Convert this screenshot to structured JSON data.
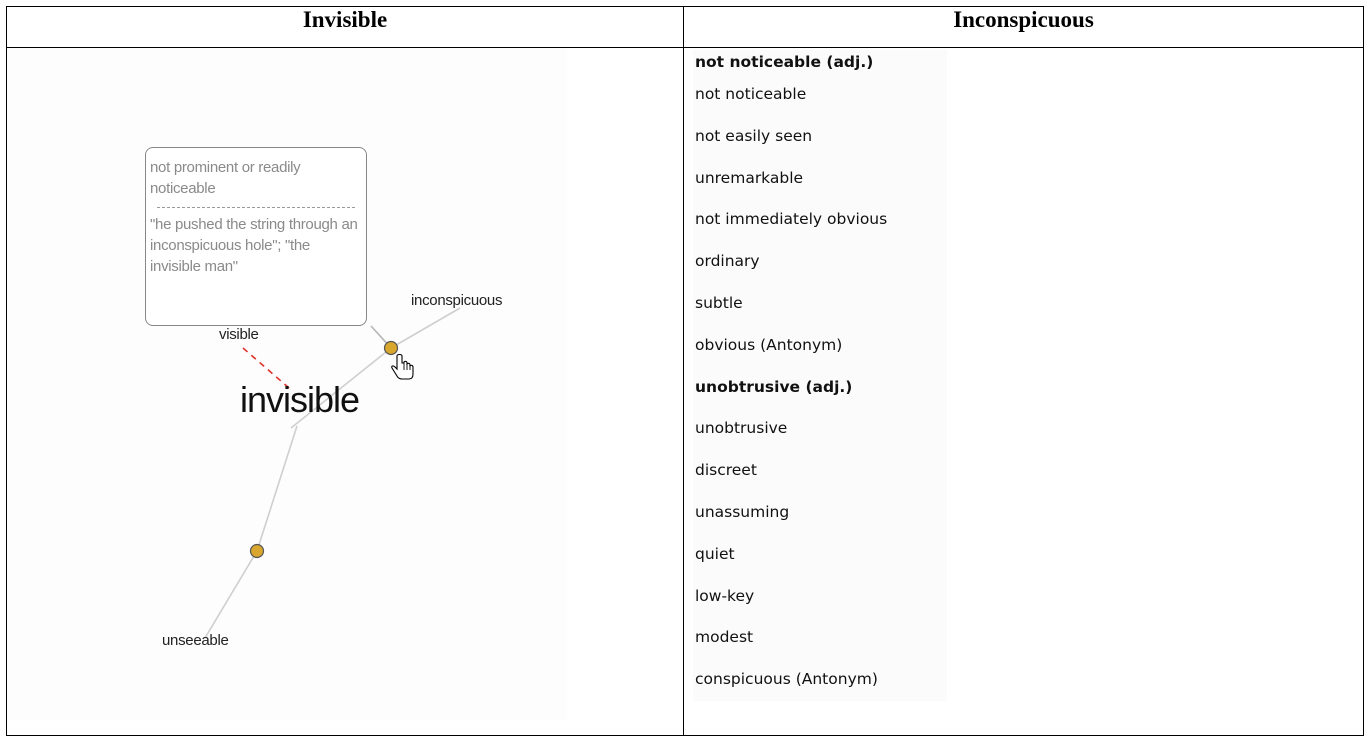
{
  "table": {
    "col1_header": "Invisible",
    "col2_header": "Inconspicuous"
  },
  "graph": {
    "main_word": "invisible",
    "nodes": {
      "visible": "visible",
      "inconspicuous": "inconspicuous",
      "unseeable": "unseeable"
    },
    "tooltip": {
      "definition": "not prominent or readily noticeable",
      "example": "\"he pushed the string through an inconspicuous hole\"; \"the invisible man\""
    },
    "colors": {
      "node_fill": "#d9a62e",
      "edge": "#c9c9c9",
      "antonym_edge": "#e0322b"
    }
  },
  "synonyms": {
    "groups": [
      {
        "heading": "not noticeable (adj.)",
        "items": [
          "not noticeable",
          "not easily seen",
          "unremarkable",
          "not immediately obvious",
          "ordinary",
          "subtle",
          "obvious (Antonym)"
        ]
      },
      {
        "heading": "unobtrusive (adj.)",
        "items": [
          "unobtrusive",
          "discreet",
          "unassuming",
          "quiet",
          "low-key",
          "modest",
          "conspicuous (Antonym)"
        ]
      }
    ]
  }
}
